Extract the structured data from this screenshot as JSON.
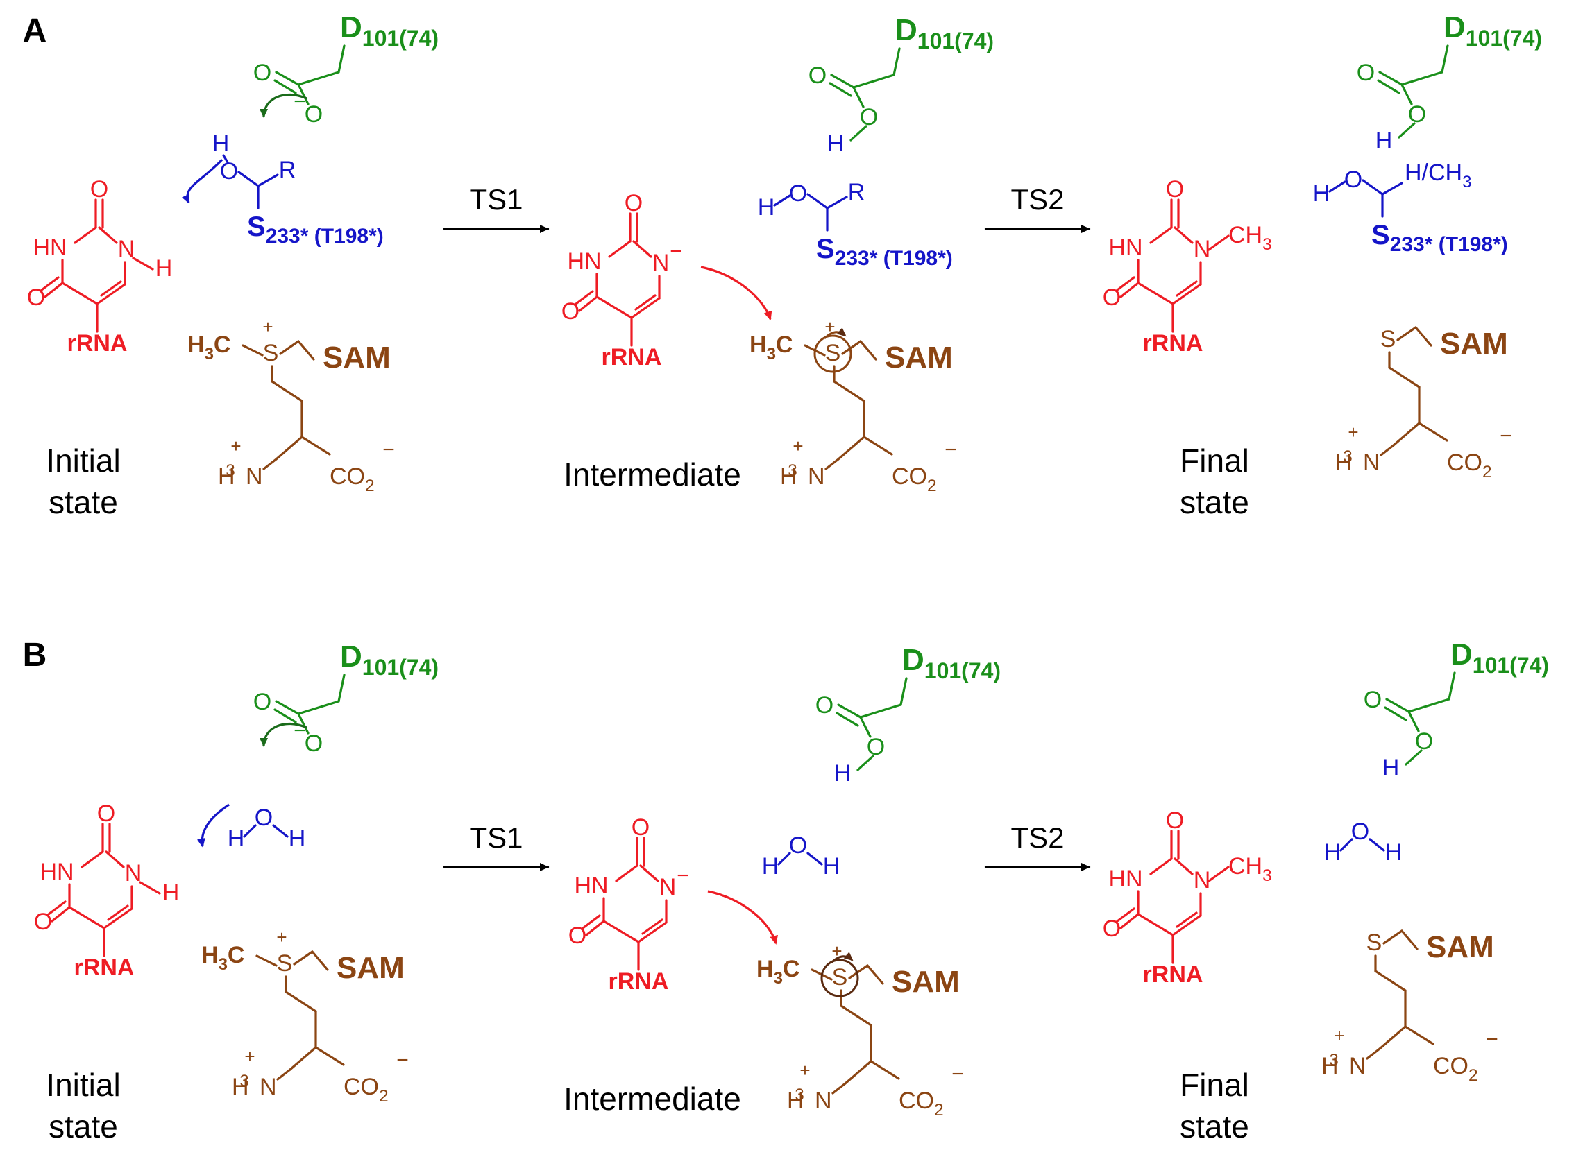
{
  "colors": {
    "uracil": "#ee1c24",
    "aspartate": "#1a8f1a",
    "serine": "#1515c8",
    "sam": "#8b4513",
    "text": "#000000"
  },
  "panels": [
    {
      "id": "A",
      "letter": "A",
      "arrows": {
        "ts1": "TS1",
        "ts2": "TS2"
      },
      "residue_d": {
        "base": "D",
        "sub": "101(74)"
      },
      "residue_s": {
        "base": "S",
        "sub": "233* (T198*)"
      },
      "groups": {
        "r": "R",
        "hch3": "H/CH",
        "hch3_sub": "3"
      },
      "states": {
        "initial_1": "Initial",
        "initial_2": "state",
        "intermediate": "Intermediate",
        "final_1": "Final",
        "final_2": "state"
      },
      "labels": {
        "rrna": "rRNA",
        "sam": "SAM"
      }
    },
    {
      "id": "B",
      "letter": "B",
      "arrows": {
        "ts1": "TS1",
        "ts2": "TS2"
      },
      "residue_d": {
        "base": "D",
        "sub": "101(74)"
      },
      "states": {
        "initial_1": "Initial",
        "initial_2": "state",
        "intermediate": "Intermediate",
        "final_1": "Final",
        "final_2": "state"
      },
      "labels": {
        "rrna": "rRNA",
        "sam": "SAM"
      }
    }
  ],
  "atoms": {
    "O": "O",
    "H": "H",
    "HN": "HN",
    "N": "N",
    "S": "S",
    "CH": "CH",
    "H3C_H": "H",
    "sub3": "3",
    "C": "C",
    "H3N_H": "H",
    "H3N_N": "N",
    "CO": "CO",
    "sub2": "2",
    "plus": "+",
    "minus": "−"
  }
}
